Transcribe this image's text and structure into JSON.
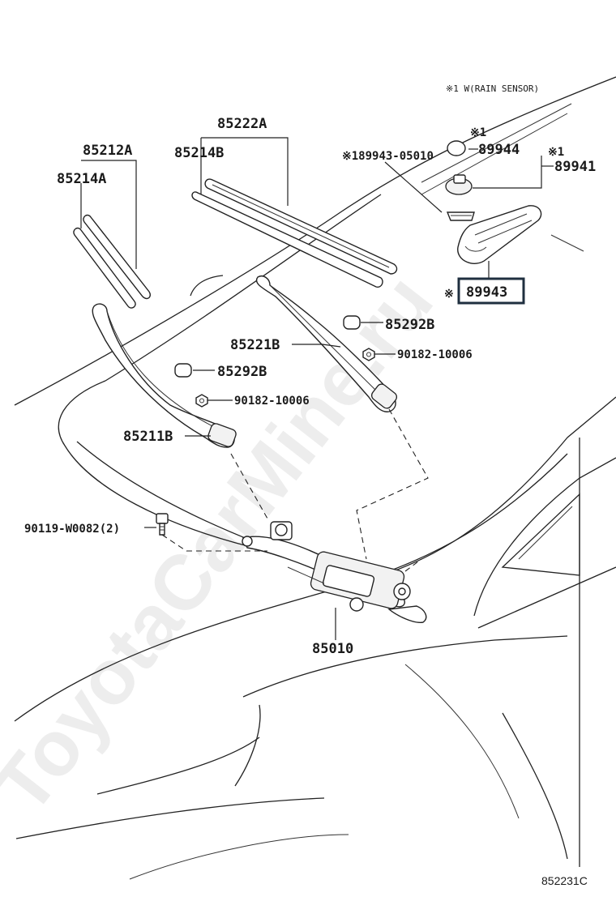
{
  "diagram": {
    "note": "※1 W(RAIN SENSOR)",
    "figure_code": "852231C",
    "watermark": "ToyotaCarMine.ru",
    "highlight_color": "#1f2f3f"
  },
  "parts": {
    "p85222A": "85222A",
    "p85212A": "85212A",
    "p85214B": "85214B",
    "p85214A": "85214A",
    "p89943_05010": "※189943-05010",
    "p89944_mark": "※1",
    "p89944": "89944",
    "p89941_mark": "※1",
    "p89941": "89941",
    "p89943_mark": "※",
    "p89943": "89943",
    "p85292B_right": "85292B",
    "p85221B": "85221B",
    "p90182_right": "90182-10006",
    "p85292B_left": "85292B",
    "p90182_left": "90182-10006",
    "p85211B": "85211B",
    "p90119": "90119-W0082(2)",
    "p85010": "85010"
  }
}
